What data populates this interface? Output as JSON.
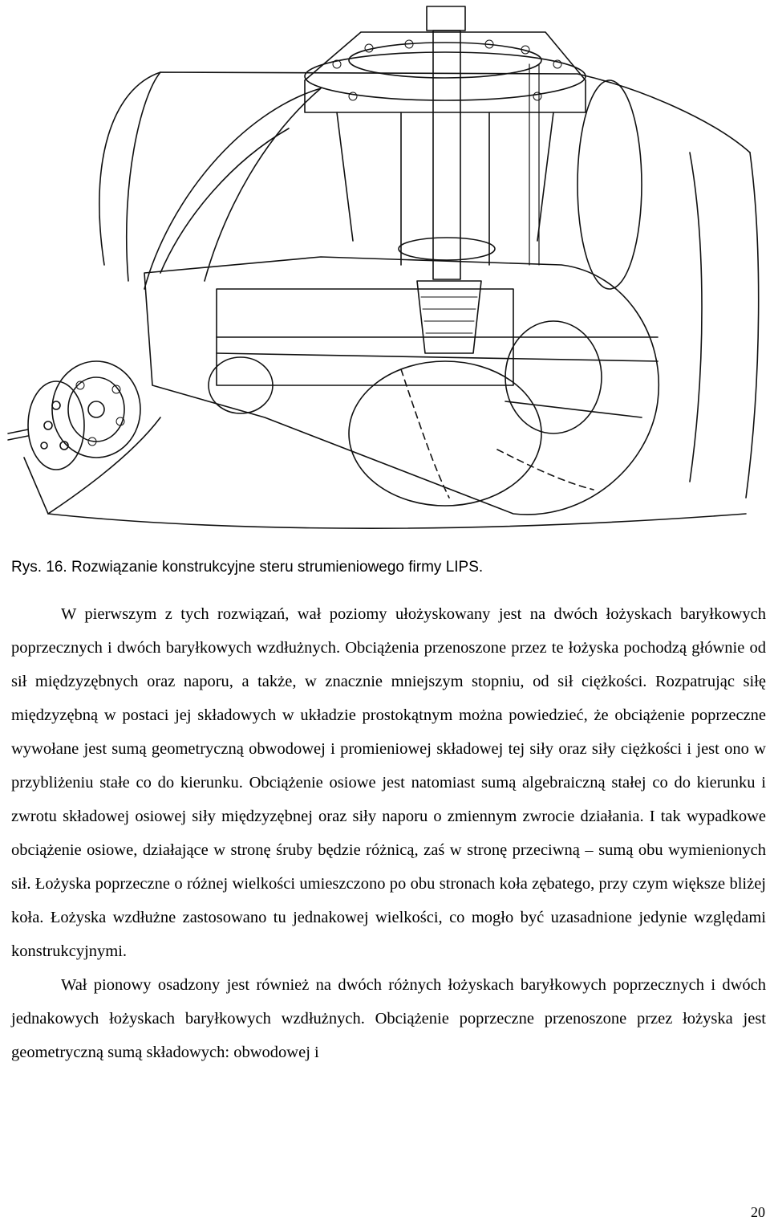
{
  "figure": {
    "caption": "Rys. 16. Rozwiązanie konstrukcyjne steru strumieniowego firmy LIPS."
  },
  "paragraphs": [
    "W pierwszym z tych rozwiązań, wał poziomy ułożyskowany jest na dwóch łożyskach baryłkowych poprzecznych i dwóch baryłkowych wzdłużnych. Obciążenia przenoszone przez te łożyska pochodzą głównie od sił międzyzębnych oraz naporu, a także, w znacznie mniejszym stopniu, od sił ciężkości. Rozpatrując siłę międzyzębną w postaci jej składowych w układzie prostokątnym można powiedzieć, że obciążenie poprzeczne wywołane jest sumą geometryczną obwodowej i promieniowej składowej tej siły oraz siły ciężkości i jest ono w przybliżeniu stałe co do kierunku. Obciążenie osiowe jest natomiast sumą algebraiczną stałej co do kierunku i zwrotu składowej osiowej siły międzyzębnej oraz siły naporu o zmiennym zwrocie działania. I tak wypadkowe obciążenie osiowe, działające w stronę śruby będzie różnicą, zaś w stronę przeciwną – sumą obu wymienionych sił. Łożyska poprzeczne o różnej wielkości umieszczono po obu stronach koła zębatego, przy czym większe bliżej koła. Łożyska wzdłużne zastosowano tu jednakowej wielkości, co mogło być uzasadnione jedynie względami konstrukcyjnymi.",
    "Wał pionowy osadzony jest również na dwóch różnych łożyskach baryłkowych poprzecznych i dwóch jednakowych łożyskach baryłkowych wzdłużnych. Obciążenie poprzeczne przenoszone przez łożyska jest geometryczną sumą składowych: obwodowej i"
  ],
  "page_number": "20"
}
